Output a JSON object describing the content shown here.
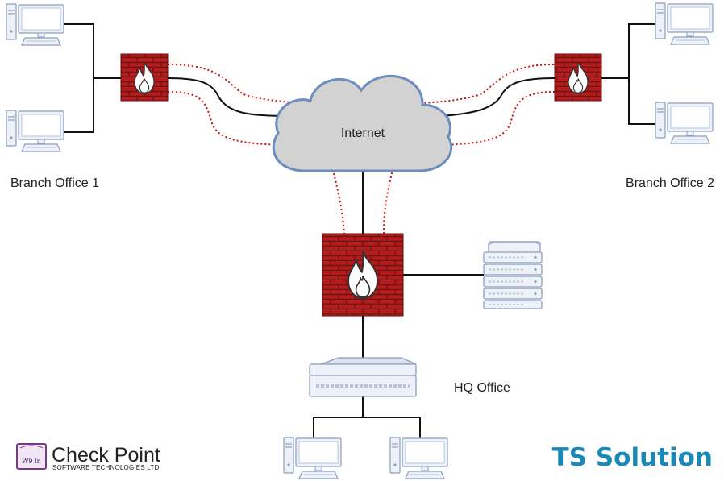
{
  "labels": {
    "internet": "Internet",
    "branch1": "Branch Office 1",
    "branch2": "Branch Office 2",
    "hq": "HQ Office"
  },
  "logos": {
    "checkpoint_name": "Check Point",
    "checkpoint_sub": "SOFTWARE TECHNOLOGIES LTD",
    "checkpoint_badge_text": "W9 ln",
    "ts_solution": "TS Solution"
  },
  "icons": {
    "firewall": "firewall-icon",
    "computer": "computer-icon",
    "server": "server-rack-icon",
    "switch": "network-switch-icon",
    "cloud": "cloud-icon"
  },
  "colors": {
    "brick": "#b31d1d",
    "mortar": "#7a1414",
    "tunnel": "#cc1111",
    "cloud_fill": "#d2d2d2",
    "cloud_stroke": "#6c8ebf",
    "ts_blue": "#1a89b8",
    "device_fill": "#eef2f8",
    "device_stroke": "#8a9fbf"
  }
}
